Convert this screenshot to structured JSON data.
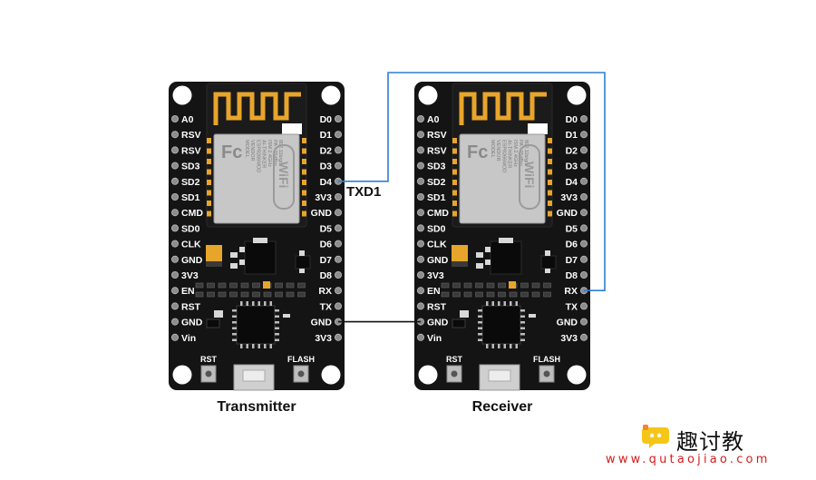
{
  "boards": [
    {
      "caption": "Transmitter",
      "left_pins": [
        "A0",
        "RSV",
        "RSV",
        "SD3",
        "SD2",
        "SD1",
        "CMD",
        "SD0",
        "CLK",
        "GND",
        "3V3",
        "EN",
        "RST",
        "GND",
        "Vin"
      ],
      "right_pins": [
        "D0",
        "D1",
        "D2",
        "D3",
        "D4",
        "3V3",
        "GND",
        "D5",
        "D6",
        "D7",
        "D8",
        "RX",
        "TX",
        "GND",
        "3V3"
      ],
      "module_text": [
        "MODEL",
        "VENDOR",
        "ESP8266MOD",
        "AI-THINKER",
        "ISM 2.4GHz",
        "PA +25dBm",
        "802.11b/g/n"
      ],
      "button_labels": [
        "RST",
        "FLASH"
      ]
    },
    {
      "caption": "Receiver",
      "left_pins": [
        "A0",
        "RSV",
        "RSV",
        "SD3",
        "SD2",
        "SD1",
        "CMD",
        "SD0",
        "CLK",
        "GND",
        "3V3",
        "EN",
        "RST",
        "GND",
        "Vin"
      ],
      "right_pins": [
        "D0",
        "D1",
        "D2",
        "D3",
        "D4",
        "3V3",
        "GND",
        "D5",
        "D6",
        "D7",
        "D8",
        "RX",
        "TX",
        "GND",
        "3V3"
      ],
      "module_text": [
        "MODEL",
        "VENDOR",
        "ESP8266MOD",
        "AI-THINKER",
        "ISM 2.4GHz",
        "PA +25dBm",
        "802.11b/g/n"
      ],
      "button_labels": [
        "RST",
        "FLASH"
      ]
    }
  ],
  "connections": [
    {
      "label": "TXD1",
      "color": "#2f7fd0"
    },
    {
      "label": "",
      "color": "#111111"
    }
  ],
  "watermark": {
    "text": "趣讨教",
    "url": "www.qutaojiao.com",
    "url_color": "#d41c1c"
  },
  "colors": {
    "board": "#141414",
    "silk": "#ffffff",
    "antenna": "#e8a52b",
    "shield": "#c7c7c7",
    "pin": "#8c8c8c"
  }
}
